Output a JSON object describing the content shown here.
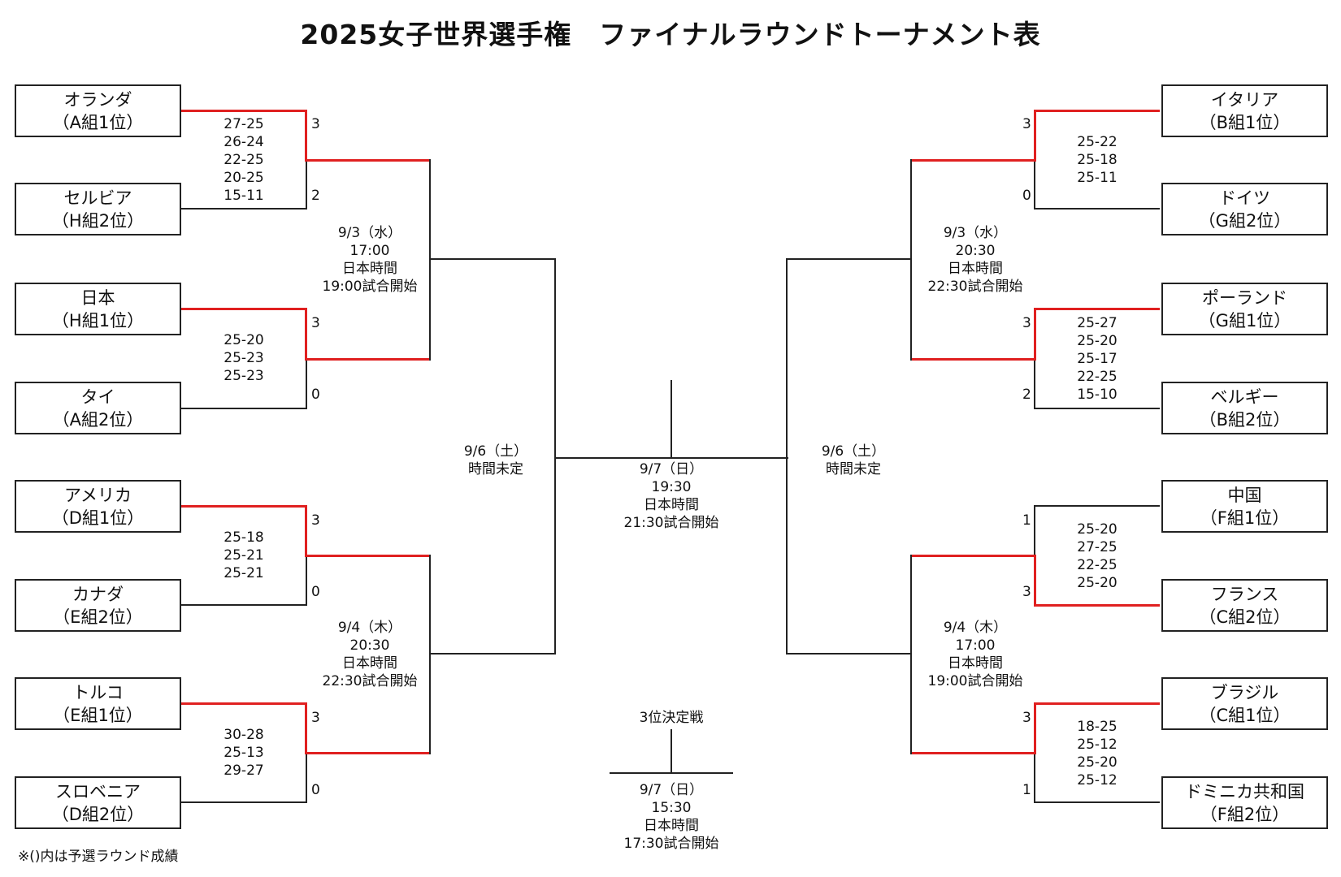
{
  "title": "2025女子世界選手権　ファイナルラウンドトーナメント表",
  "note": "※()内は予選ラウンド成績",
  "teams": {
    "netherlands": {
      "name": "オランダ",
      "rank": "（A組1位）"
    },
    "serbia": {
      "name": "セルビア",
      "rank": "（H組2位）"
    },
    "japan": {
      "name": "日本",
      "rank": "（H組1位）"
    },
    "thailand": {
      "name": "タイ",
      "rank": "（A組2位）"
    },
    "usa": {
      "name": "アメリカ",
      "rank": "（D組1位）"
    },
    "canada": {
      "name": "カナダ",
      "rank": "（E組2位）"
    },
    "turkey": {
      "name": "トルコ",
      "rank": "（E組1位）"
    },
    "slovenia": {
      "name": "スロベニア",
      "rank": "（D組2位）"
    },
    "italy": {
      "name": "イタリア",
      "rank": "（B組1位）"
    },
    "germany": {
      "name": "ドイツ",
      "rank": "（G組2位）"
    },
    "poland": {
      "name": "ポーランド",
      "rank": "（G組1位）"
    },
    "belgium": {
      "name": "ベルギー",
      "rank": "（B組2位）"
    },
    "china": {
      "name": "中国",
      "rank": "（F組1位）"
    },
    "france": {
      "name": "フランス",
      "rank": "（C組2位）"
    },
    "brazil": {
      "name": "ブラジル",
      "rank": "（C組1位）"
    },
    "dominican": {
      "name": "ドミニカ共和国",
      "rank": "（F組2位）"
    }
  },
  "matches": {
    "m1": {
      "sets": [
        "27-25",
        "26-24",
        "22-25",
        "20-25",
        "15-11"
      ],
      "score_top": "3",
      "score_bottom": "2"
    },
    "m2": {
      "sets": [
        "25-20",
        "25-23",
        "25-23"
      ],
      "score_top": "3",
      "score_bottom": "0"
    },
    "m3": {
      "sets": [
        "25-18",
        "25-21",
        "25-21"
      ],
      "score_top": "3",
      "score_bottom": "0"
    },
    "m4": {
      "sets": [
        "30-28",
        "25-13",
        "29-27"
      ],
      "score_top": "3",
      "score_bottom": "0"
    },
    "m5": {
      "sets": [
        "25-22",
        "25-18",
        "25-11"
      ],
      "score_top": "3",
      "score_bottom": "0"
    },
    "m6": {
      "sets": [
        "25-27",
        "25-20",
        "25-17",
        "22-25",
        "15-10"
      ],
      "score_top": "3",
      "score_bottom": "2"
    },
    "m7": {
      "sets": [
        "25-20",
        "27-25",
        "22-25",
        "25-20"
      ],
      "score_top": "1",
      "score_bottom": "3"
    },
    "m8": {
      "sets": [
        "18-25",
        "25-12",
        "25-20",
        "25-12"
      ],
      "score_top": "3",
      "score_bottom": "1"
    }
  },
  "schedules": {
    "qf_left_top": [
      "9/3（水）",
      "17:00",
      "日本時間",
      "19:00試合開始"
    ],
    "qf_left_bottom": [
      "9/4（木）",
      "20:30",
      "日本時間",
      "22:30試合開始"
    ],
    "qf_right_top": [
      "9/3（水）",
      "20:30",
      "日本時間",
      "22:30試合開始"
    ],
    "qf_right_bottom": [
      "9/4（木）",
      "17:00",
      "日本時間",
      "19:00試合開始"
    ],
    "sf_left": [
      "9/6（土）",
      "時間未定"
    ],
    "sf_right": [
      "9/6（土）",
      "時間未定"
    ],
    "final": [
      "9/7（日）",
      "19:30",
      "日本時間",
      "21:30試合開始"
    ],
    "third_label": "3位決定戦",
    "third": [
      "9/7（日）",
      "15:30",
      "日本時間",
      "17:30試合開始"
    ]
  },
  "colors": {
    "winner_line": "#e02020",
    "line": "#222222"
  }
}
